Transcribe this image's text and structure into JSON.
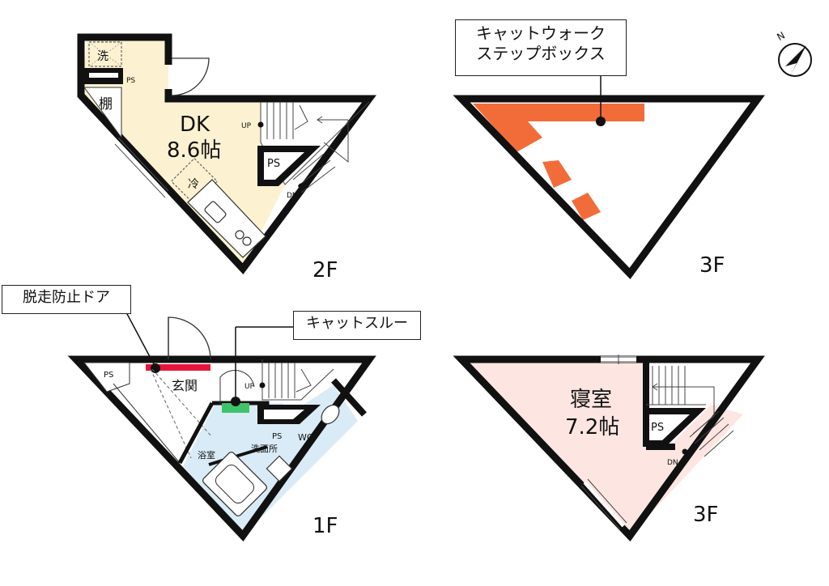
{
  "floor_labels": {
    "f2": "2F",
    "f1": "1F",
    "f3_top": "3F",
    "f3_bottom": "3F"
  },
  "rooms": {
    "dk_name": "DK",
    "dk_size": "8.6帖",
    "bedroom_name": "寝室",
    "bedroom_size": "7.2帖",
    "entrance": "玄関",
    "bathroom": "浴室",
    "washroom": "洗面所",
    "wc": "WC",
    "shelf": "棚",
    "washer": "洗",
    "fridge": "冷"
  },
  "marks": {
    "ps_2f_small": "PS",
    "ps_2f_shaft": "PS",
    "ps_1f_left": "PS",
    "ps_1f_shaft": "PS",
    "ps_3f_shaft": "PS",
    "up_2f": "UP",
    "dn_2f": "DN",
    "up_1f": "UP",
    "dn_3f": "DN"
  },
  "callouts": {
    "catwalk_line1": "キャットウォーク",
    "catwalk_line2": "ステップボックス",
    "escape_door": "脱走防止ドア",
    "cat_through": "キャットスルー"
  },
  "compass": {
    "letter": "N"
  },
  "colors": {
    "wall": "#111111",
    "dk_floor": "#fcf2d2",
    "bath_floor": "#d9ebf7",
    "bedroom_floor": "#fde6e2",
    "catwalk": "#f26c3a",
    "escape_door": "#e8143c",
    "cat_through": "#3ec36a"
  }
}
